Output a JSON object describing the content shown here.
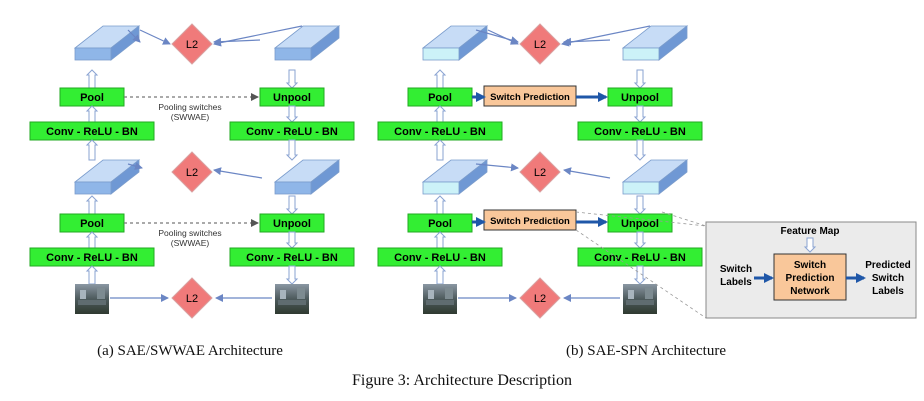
{
  "labels": {
    "pool": "Pool",
    "unpool": "Unpool",
    "conv": "Conv - ReLU - BN",
    "l2": "L2",
    "pooling_switches_line1": "Pooling switches",
    "pooling_switches_line2": "(SWWAE)",
    "switch_prediction": "Switch Prediction",
    "feature_map": "Feature Map",
    "switch_labels_line1": "Switch",
    "switch_labels_line2": "Labels",
    "spn_line1": "Switch",
    "spn_line2": "Prediction",
    "spn_line3": "Network",
    "predicted_line1": "Predicted",
    "predicted_line2": "Switch",
    "predicted_line3": "Labels"
  },
  "captions": {
    "a": "(a) SAE/SWWAE Architecture",
    "b": "(b) SAE-SPN Architecture",
    "figure": "Figure 3: Architecture Description"
  },
  "colors": {
    "green": "#33ee33",
    "green_border": "#22aa22",
    "l2_fill": "#f07a7a",
    "switch_box": "#f9c79a",
    "block_front": "#8fb6e8",
    "block_top": "#c7dcf6",
    "block_light": "#ccf2f8",
    "arrow_blue": "#1f57a8",
    "inset_bg": "#ebebeb"
  }
}
